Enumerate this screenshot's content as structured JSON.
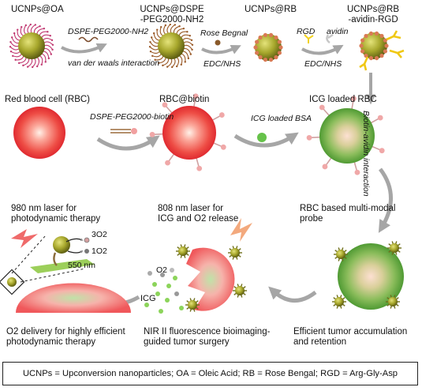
{
  "top_row": {
    "stage1": "UCNPs@OA",
    "stage2_line1": "UCNPs@DSPE",
    "stage2_line2": "-PEG2000-NH2",
    "stage3": "UCNPs@RB",
    "stage4_line1": "UCNPs@RB",
    "stage4_line2": "-avidin-RGD",
    "reagent1": "DSPE-PEG2000-NH2",
    "interaction1": "van der waals interaction",
    "reagent2": "Rose Begnal",
    "coupling2": "EDC/NHS",
    "reagent3a": "RGD",
    "reagent3b": "avidin",
    "coupling3": "EDC/NHS",
    "vertical_label": "Biotin-avidin interaction"
  },
  "middle_row": {
    "rbc": "Red blood cell (RBC)",
    "rbc_biotin": "RBC@biotin",
    "icg_rbc": "ICG loaded RBC",
    "reagent_biotin": "DSPE-PEG2000-biotin",
    "reagent_bsa": "ICG loaded BSA"
  },
  "bottom_row": {
    "laser980_line1": "980 nm laser for",
    "laser980_line2": "photodynamic therapy",
    "laser808_line1": "808 nm laser for",
    "laser808_line2": "ICG and O2 release",
    "probe_line1": "RBC based multi-modal",
    "probe_line2": "probe",
    "triplet_o2": "3O2",
    "singlet_o2": "1O2",
    "wavelength": "550 nm",
    "o2_label": "O2",
    "icg_label": "ICG",
    "caption1_line1": "O2 delivery for highly efficient",
    "caption1_line2": "photodynamic therapy",
    "caption2_line1": "NIR II fluorescence bioimaging-",
    "caption2_line2": "guided tumor surgery",
    "caption3_line1": "Efficient tumor accumulation",
    "caption3_line2": "and retention"
  },
  "footer": {
    "text": "UCNPs = Upconversion nanoparticles; OA = Oleic Acid; RB = Rose Bengal; RGD = Arg-Gly-Asp"
  },
  "colors": {
    "nanoparticle": "#a3a32a",
    "rbc_red": "#e8333a",
    "icg_green": "#5aa83a",
    "arrow_gray": "#a6a6a6",
    "spike_pink": "#e79a9a",
    "laser_orange": "#f3a97d"
  }
}
